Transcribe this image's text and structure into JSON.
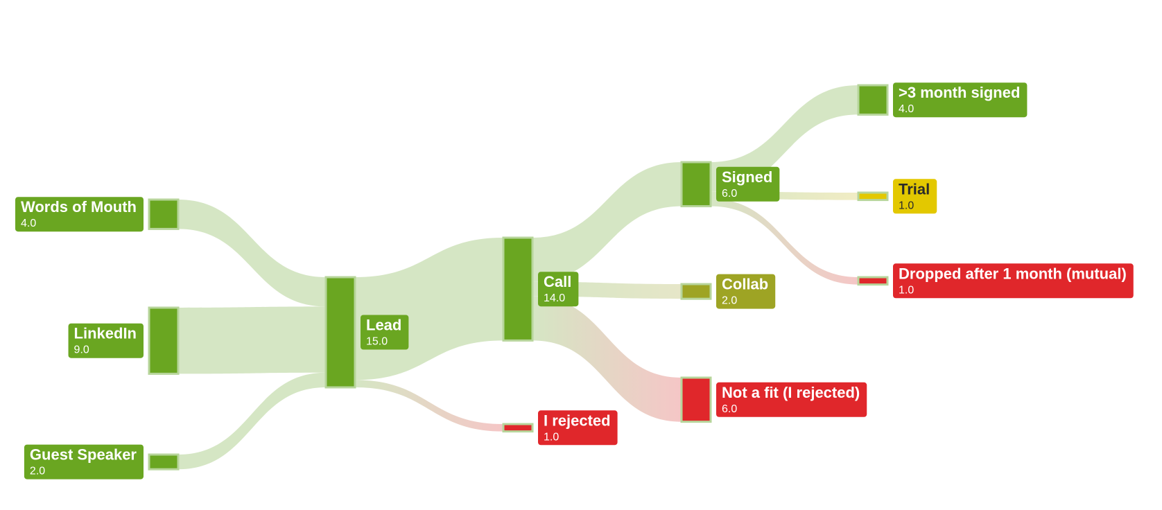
{
  "colors": {
    "green": "#6aa621",
    "yellow": "#e3c800",
    "olive": "#9ea424",
    "red": "#e0272b",
    "link_green": "#d5e6c4",
    "link_yellow": "#f1ecc4",
    "link_olive": "#e6e6c8",
    "link_red": "#f5c6c6",
    "node_border": "#b7d59b"
  },
  "chart_data": {
    "type": "sankey",
    "nodes": [
      {
        "id": "wom",
        "name": "Words of Mouth",
        "value_label": "4.0",
        "value": 4,
        "column": 0,
        "color": "green",
        "label_side": "left"
      },
      {
        "id": "linkedin",
        "name": "LinkedIn",
        "value_label": "9.0",
        "value": 9,
        "column": 0,
        "color": "green",
        "label_side": "left"
      },
      {
        "id": "guest",
        "name": "Guest Speaker",
        "value_label": "2.0",
        "value": 2,
        "column": 0,
        "color": "green",
        "label_side": "left"
      },
      {
        "id": "lead",
        "name": "Lead",
        "value_label": "15.0",
        "value": 15,
        "column": 1,
        "color": "green",
        "label_side": "right"
      },
      {
        "id": "call",
        "name": "Call",
        "value_label": "14.0",
        "value": 14,
        "column": 2,
        "color": "green",
        "label_side": "right"
      },
      {
        "id": "irejected",
        "name": "I rejected",
        "value_label": "1.0",
        "value": 1,
        "column": 2,
        "color": "red",
        "label_side": "right"
      },
      {
        "id": "signed",
        "name": "Signed",
        "value_label": "6.0",
        "value": 6,
        "column": 3,
        "color": "green",
        "label_side": "right"
      },
      {
        "id": "collab",
        "name": "Collab",
        "value_label": "2.0",
        "value": 2,
        "column": 3,
        "color": "olive",
        "label_side": "right"
      },
      {
        "id": "notfit",
        "name": "Not a fit (I rejected)",
        "value_label": "6.0",
        "value": 6,
        "column": 3,
        "color": "red",
        "label_side": "right"
      },
      {
        "id": "gt3",
        "name": ">3 month signed",
        "value_label": "4.0",
        "value": 4,
        "column": 4,
        "color": "green",
        "label_side": "right"
      },
      {
        "id": "trial",
        "name": "Trial",
        "value_label": "1.0",
        "value": 1,
        "column": 4,
        "color": "yellow",
        "label_side": "right"
      },
      {
        "id": "dropped",
        "name": "Dropped after 1 month (mutual)",
        "value_label": "1.0",
        "value": 1,
        "column": 4,
        "color": "red",
        "label_side": "right"
      }
    ],
    "links": [
      {
        "source": "wom",
        "target": "lead",
        "value": 4
      },
      {
        "source": "linkedin",
        "target": "lead",
        "value": 9
      },
      {
        "source": "guest",
        "target": "lead",
        "value": 2
      },
      {
        "source": "lead",
        "target": "call",
        "value": 14
      },
      {
        "source": "lead",
        "target": "irejected",
        "value": 1
      },
      {
        "source": "call",
        "target": "signed",
        "value": 6
      },
      {
        "source": "call",
        "target": "collab",
        "value": 2
      },
      {
        "source": "call",
        "target": "notfit",
        "value": 6
      },
      {
        "source": "signed",
        "target": "gt3",
        "value": 4
      },
      {
        "source": "signed",
        "target": "trial",
        "value": 1
      },
      {
        "source": "signed",
        "target": "dropped",
        "value": 1
      }
    ]
  }
}
